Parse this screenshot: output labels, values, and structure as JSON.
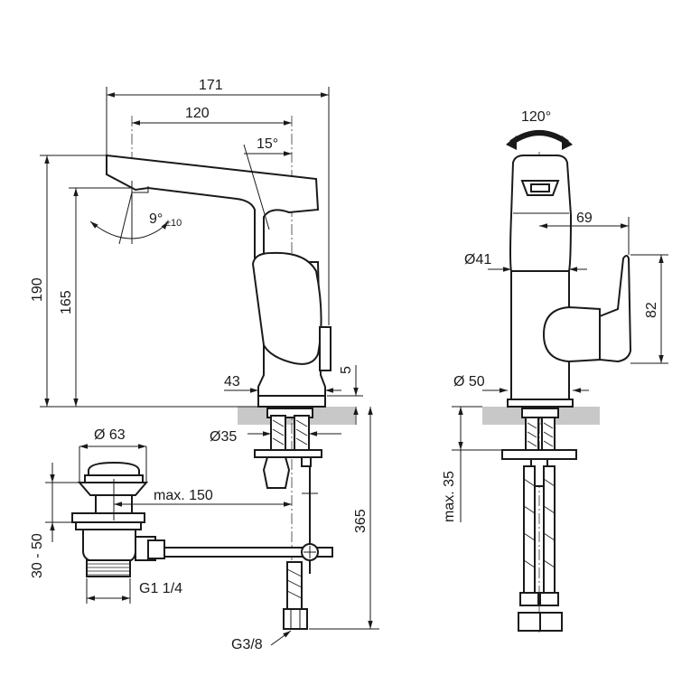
{
  "drawing": {
    "dimensions": {
      "width_total": "171",
      "spout_reach": "120",
      "spout_angle": "15°",
      "spray_angle": "9°",
      "spray_tolerance": "±10",
      "height_total": "190",
      "height_outlet": "165",
      "base_offset": "43",
      "base_gap": "5",
      "shank_diameter": "Ø35",
      "popup_diameter": "Ø 63",
      "rod_length": "max. 150",
      "popup_height": "30 - 50",
      "waste_thread": "G1 1/4",
      "below_counter": "365",
      "hose_thread": "G3/8",
      "rotation": "120°",
      "handle_reach": "69",
      "body_diameter": "Ø41",
      "handle_height": "82",
      "base_diameter": "Ø 50",
      "counter_thickness": "max. 35"
    }
  }
}
